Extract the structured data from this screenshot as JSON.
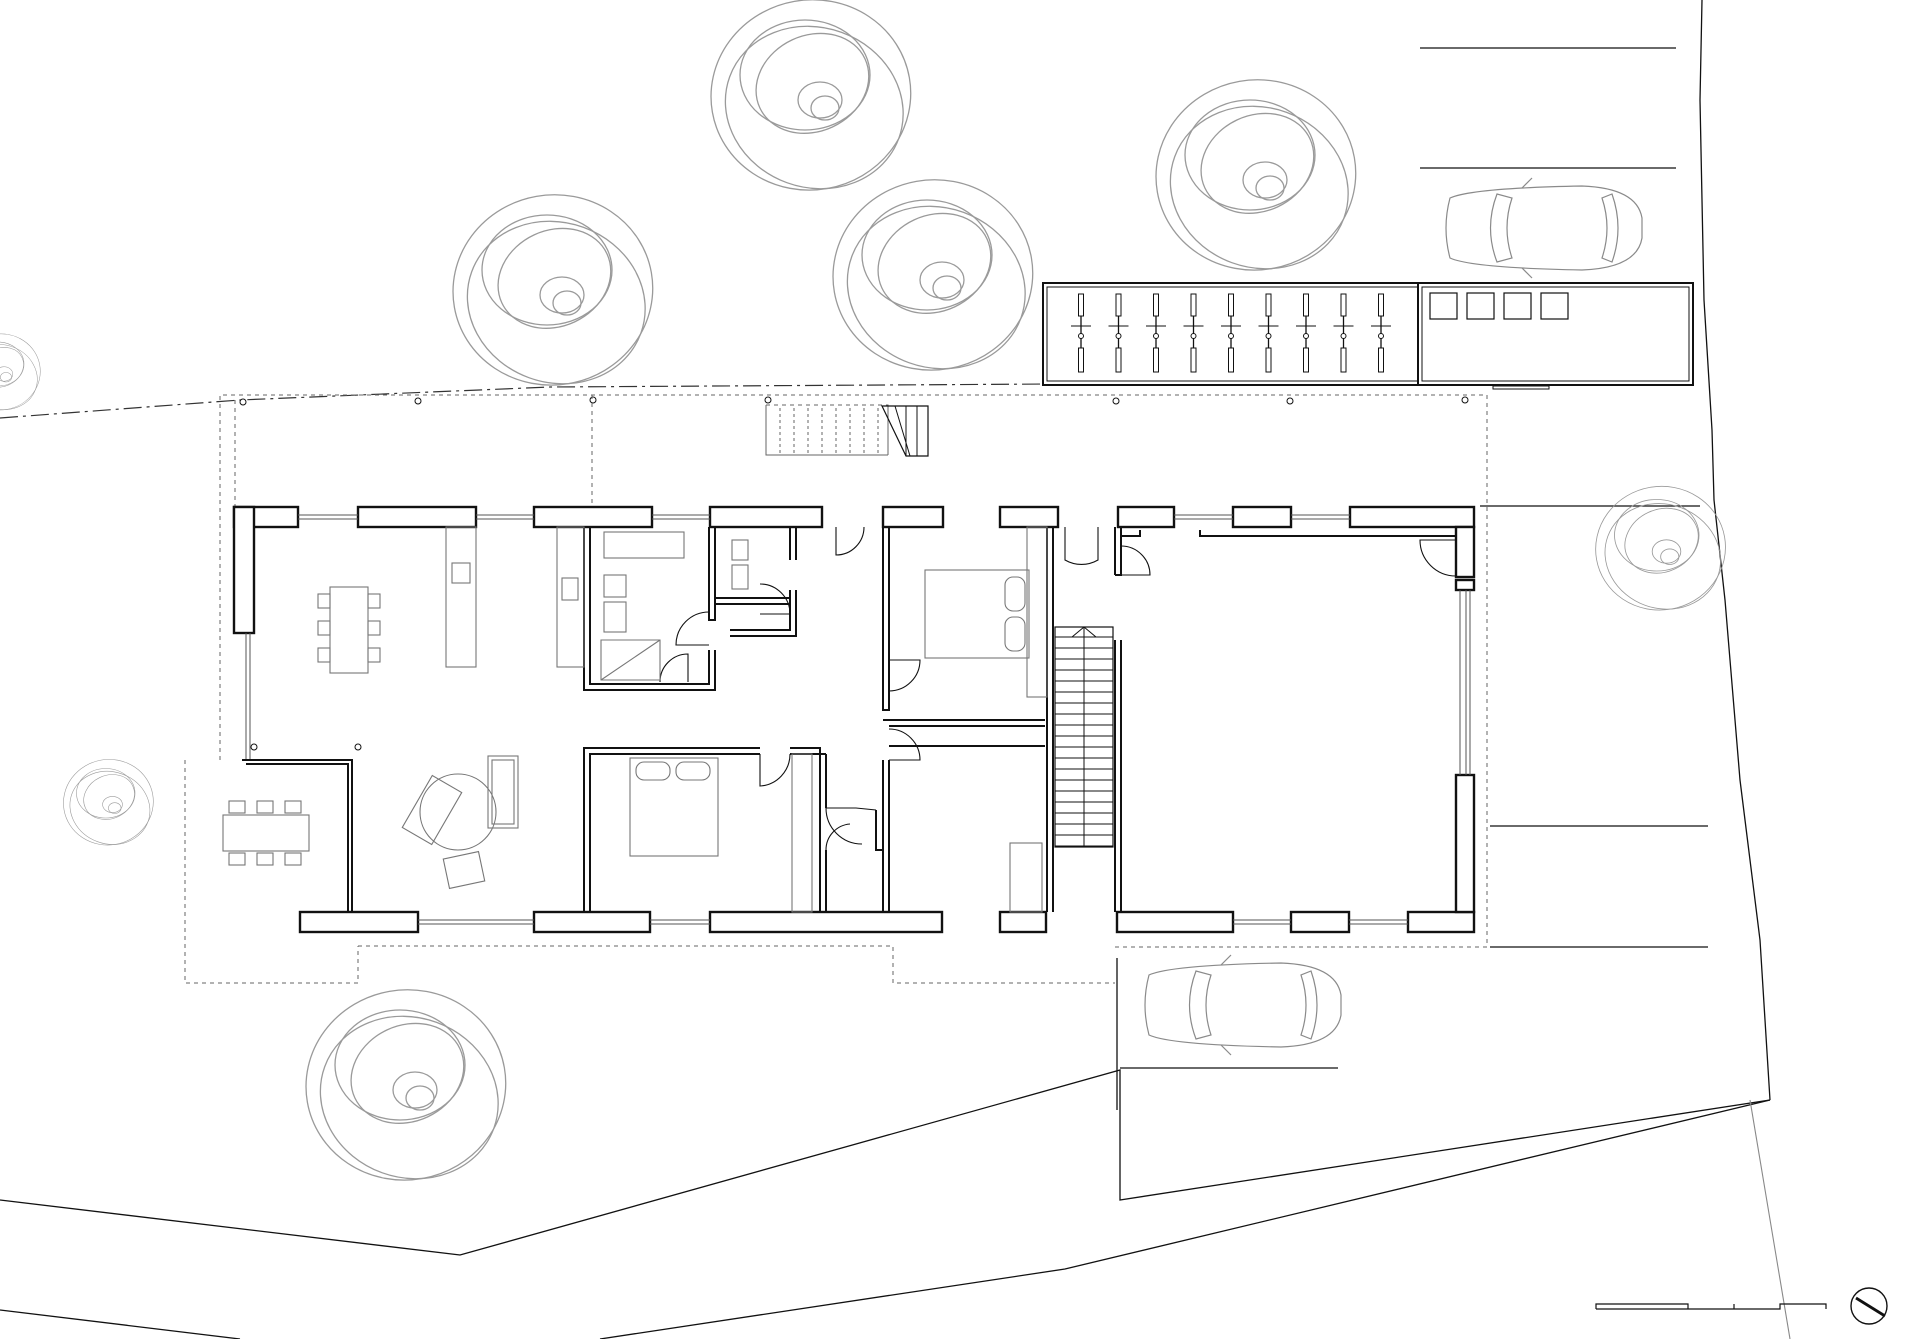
{
  "drawing": {
    "type": "site-and-ground-floor-plan",
    "colors": {
      "line": "#111111",
      "furniture": "#777777",
      "trees": "#9a9a9a",
      "background": "#ffffff"
    },
    "icons": [
      "tree-symbol",
      "car-symbol",
      "bicycle-symbol",
      "north-arrow-icon",
      "scale-bar"
    ]
  }
}
